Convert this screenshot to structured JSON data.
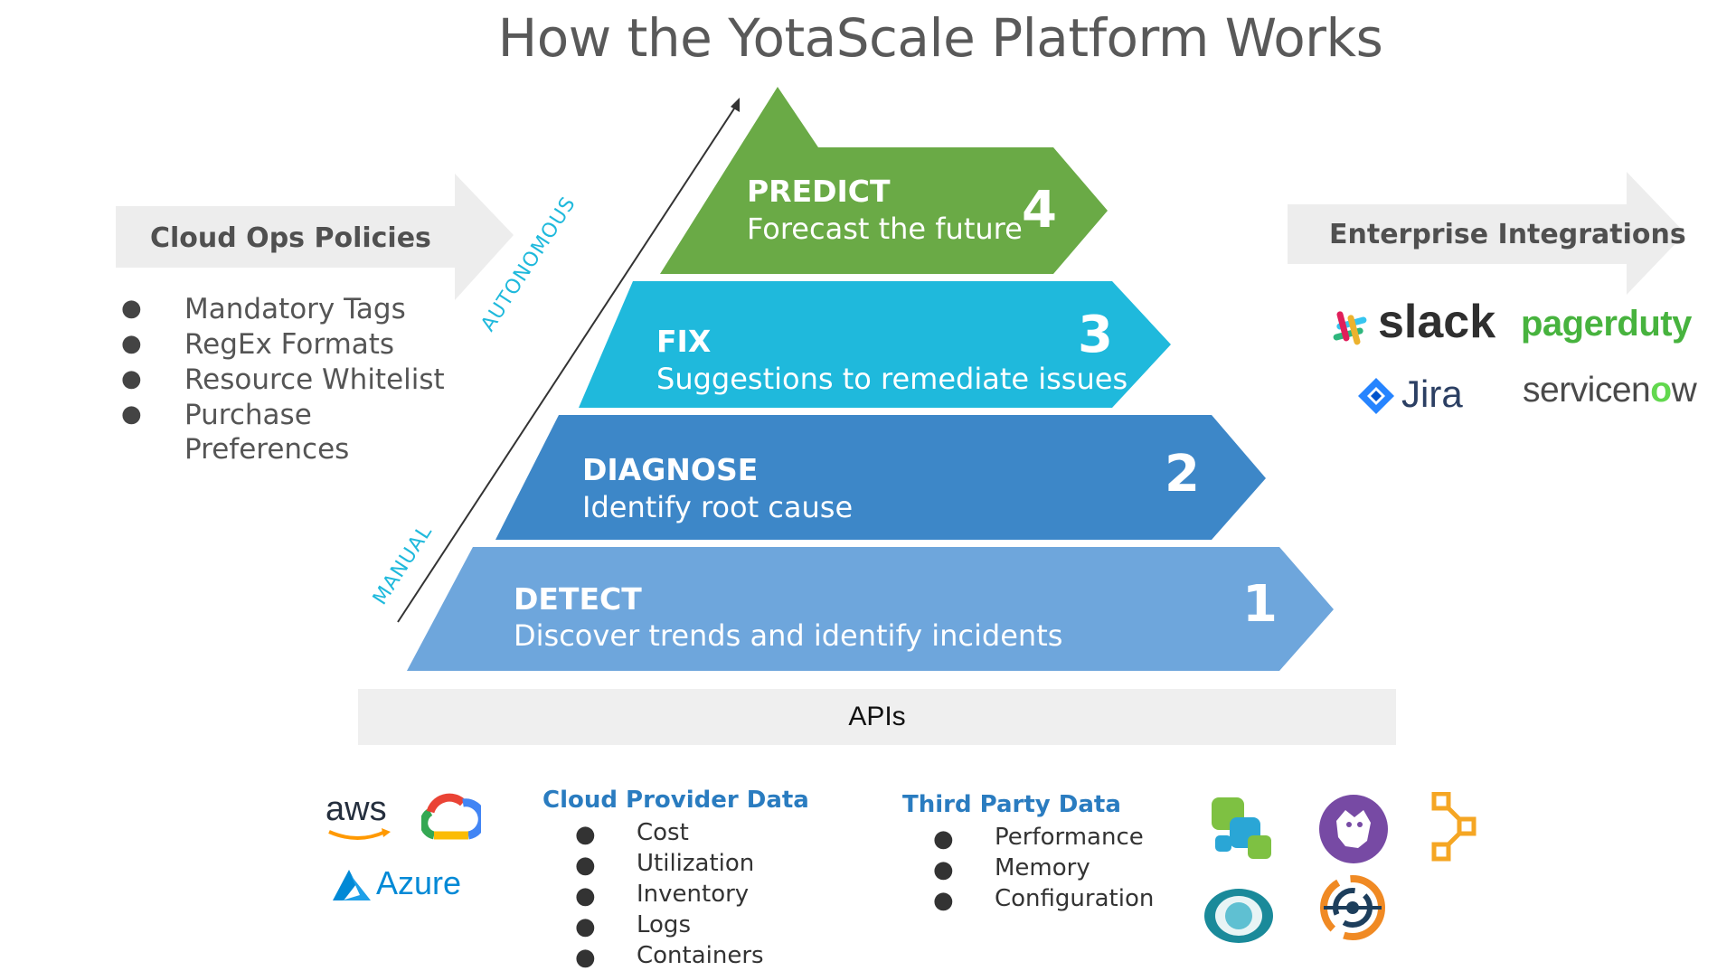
{
  "title": "How the YotaScale Platform Works",
  "left_panel": {
    "header": "Cloud Ops Policies",
    "items": [
      "Mandatory Tags",
      "RegEx Formats",
      "Resource Whitelist",
      "Purchase",
      "Preferences"
    ]
  },
  "right_panel": {
    "header": "Enterprise Integrations",
    "logos": {
      "slack": "slack",
      "pagerduty": "pagerduty",
      "jira": "Jira",
      "servicenow_a": "servicen",
      "servicenow_b": "w"
    }
  },
  "axis": {
    "top": "AUTONOMOUS",
    "bottom": "MANUAL"
  },
  "layers": [
    {
      "title": "PREDICT",
      "subtitle": "Forecast the future",
      "number": "4",
      "color": "#6aaa46"
    },
    {
      "title": "FIX",
      "subtitle": "Suggestions to remediate issues",
      "number": "3",
      "color": "#1fb9dc"
    },
    {
      "title": "DIAGNOSE",
      "subtitle": "Identify root cause",
      "number": "2",
      "color": "#3d87c8"
    },
    {
      "title": "DETECT",
      "subtitle": "Discover trends and identify incidents",
      "number": "1",
      "color": "#6ea6dc"
    }
  ],
  "apis_label": "APIs",
  "cloud_logos": {
    "aws": "aws",
    "azure": "Azure"
  },
  "cloud_provider": {
    "header": "Cloud Provider Data",
    "items": [
      "Cost",
      "Utilization",
      "Inventory",
      "Logs",
      "Containers"
    ]
  },
  "third_party": {
    "header": "Third Party Data",
    "items": [
      "Performance",
      "Memory",
      "Configuration"
    ]
  }
}
